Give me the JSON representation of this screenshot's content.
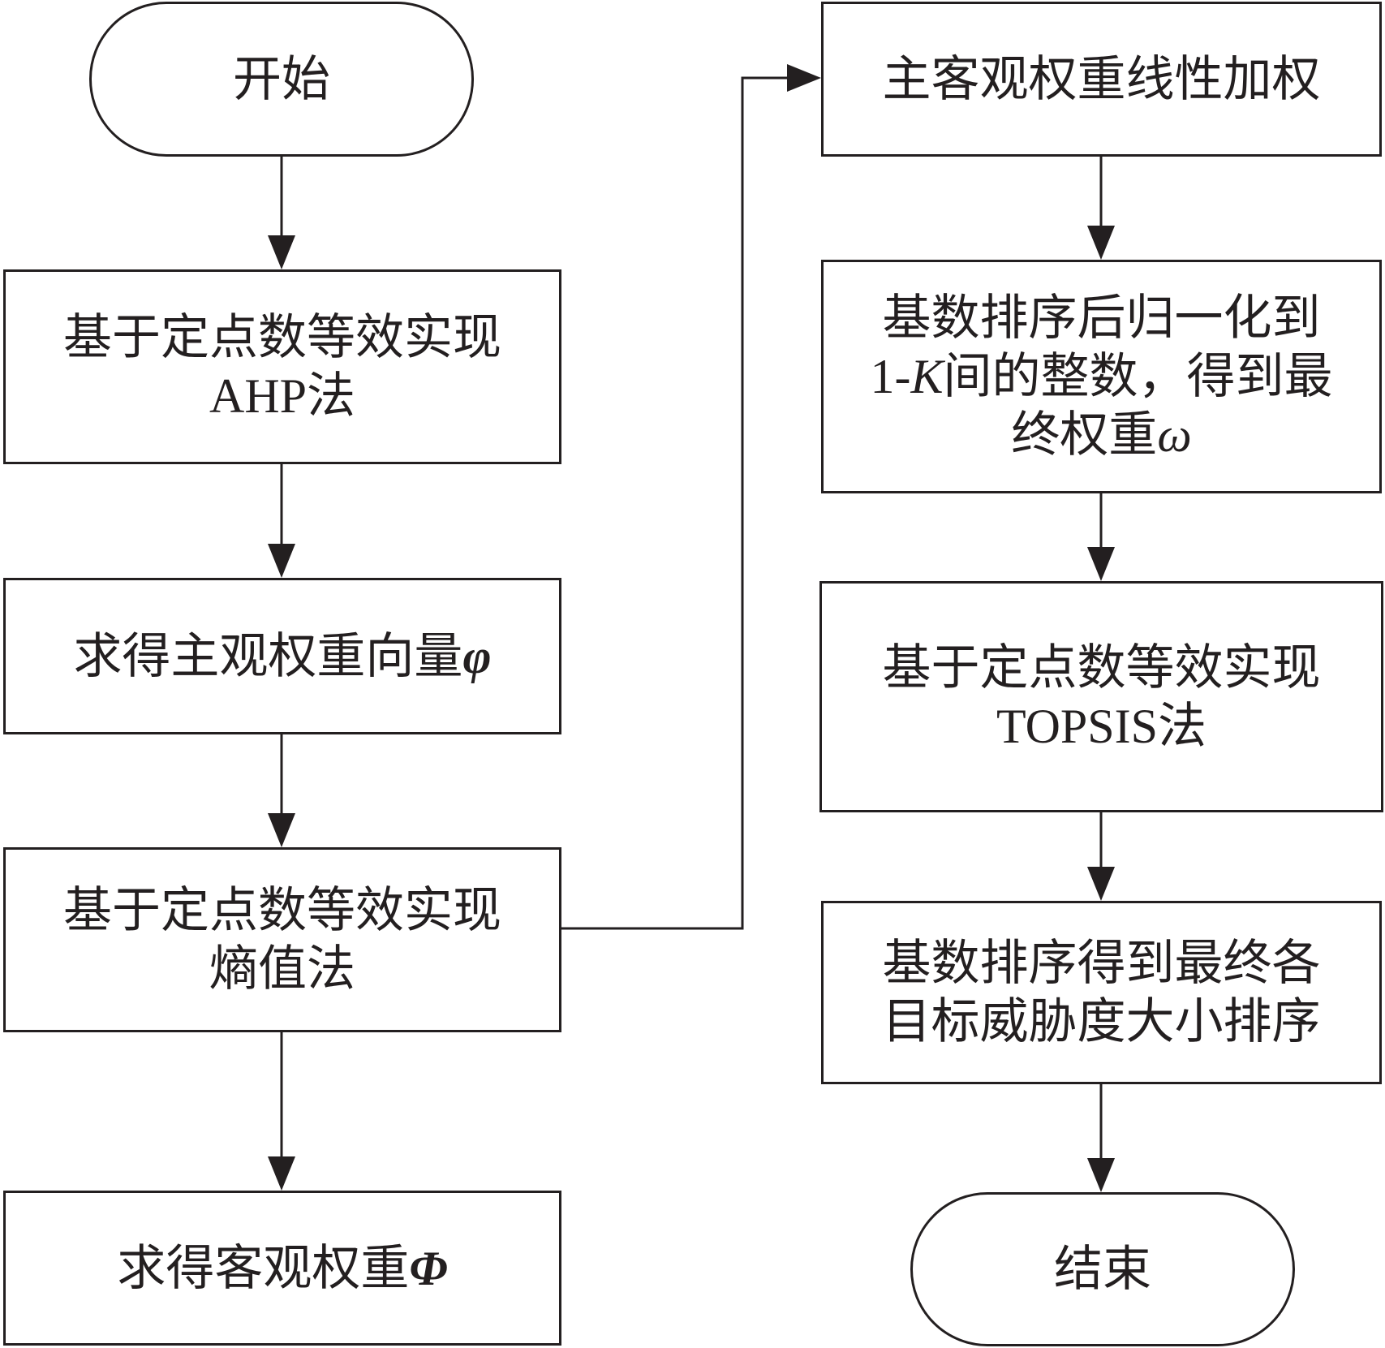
{
  "nodes": {
    "start": {
      "text": "开始"
    },
    "ahp": {
      "line1": "基于定点数等效实现",
      "line2_latin": "AHP",
      "line2_cjk": "法"
    },
    "subjective": {
      "text": "求得主观权重向量",
      "var": "φ"
    },
    "entropy": {
      "line1": "基于定点数等效实现",
      "line2": "熵值法"
    },
    "objective": {
      "text": "求得客观权重",
      "var": "Φ"
    },
    "combine": {
      "text": "主客观权重线性加权"
    },
    "normalize": {
      "line1": "基数排序后归一化到",
      "line2_pre": "1-",
      "line2_var": "K",
      "line2_post": "间的整数，得到最",
      "line3": "终权重",
      "line3_var": "ω"
    },
    "topsis": {
      "line1": "基于定点数等效实现",
      "line2_latin": "TOPSIS",
      "line2_cjk": "法"
    },
    "rank": {
      "line1": "基数排序得到最终各",
      "line2": "目标威胁度大小排序"
    },
    "end": {
      "text": "结束"
    }
  },
  "edges": [
    {
      "from": "start",
      "to": "ahp"
    },
    {
      "from": "ahp",
      "to": "subjective"
    },
    {
      "from": "subjective",
      "to": "entropy"
    },
    {
      "from": "entropy",
      "to": "objective"
    },
    {
      "from": "entropy",
      "to": "combine"
    },
    {
      "from": "combine",
      "to": "normalize"
    },
    {
      "from": "normalize",
      "to": "topsis"
    },
    {
      "from": "topsis",
      "to": "rank"
    },
    {
      "from": "rank",
      "to": "end"
    }
  ]
}
